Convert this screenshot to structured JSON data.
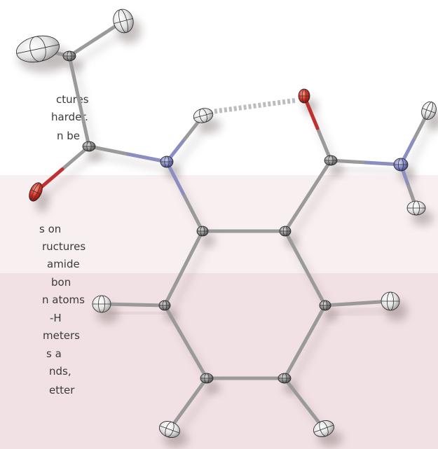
{
  "colors": {
    "band_top": "#ffffff",
    "band_light": "#f8eff1",
    "band_mid": "#f1e1e4",
    "band_dark": "#ecd6d9",
    "bond": "#9a9a9a",
    "bond_to_nitrogen": "#8a8ec0",
    "bond_to_oxygen": "#c03030",
    "hbond": "#bdbdbd",
    "carbon": "#8c8c8c",
    "hydrogen": "#e6e6e6",
    "nitrogen": "#7f84c4",
    "oxygen": "#d22a1e"
  },
  "text_fragments": [
    "ctures",
    "harder.",
    "n be",
    "s on",
    "ructures",
    "amide",
    "bon",
    "n atoms",
    "-H",
    "meters",
    "s a",
    "nds,",
    "etter"
  ],
  "molecule": {
    "atoms": [
      {
        "id": "h1",
        "el": "H"
      },
      {
        "id": "h2",
        "el": "H"
      },
      {
        "id": "c1",
        "el": "C"
      },
      {
        "id": "c2",
        "el": "C"
      },
      {
        "id": "o1",
        "el": "O"
      },
      {
        "id": "n1",
        "el": "N"
      },
      {
        "id": "h3",
        "el": "H"
      },
      {
        "id": "o2",
        "el": "O"
      },
      {
        "id": "c3",
        "el": "C"
      },
      {
        "id": "n2",
        "el": "N"
      },
      {
        "id": "h4",
        "el": "H"
      },
      {
        "id": "h5",
        "el": "H"
      },
      {
        "id": "c4",
        "el": "C"
      },
      {
        "id": "c5",
        "el": "C"
      },
      {
        "id": "c6",
        "el": "C"
      },
      {
        "id": "c7",
        "el": "C"
      },
      {
        "id": "c8",
        "el": "C"
      },
      {
        "id": "c9",
        "el": "C"
      },
      {
        "id": "h6",
        "el": "H"
      },
      {
        "id": "h7",
        "el": "H"
      },
      {
        "id": "h8",
        "el": "H"
      },
      {
        "id": "h9",
        "el": "H"
      }
    ],
    "bonds": [
      [
        "c1",
        "h1"
      ],
      [
        "c1",
        "h2"
      ],
      [
        "c1",
        "c2"
      ],
      [
        "c2",
        "o1"
      ],
      [
        "c2",
        "n1"
      ],
      [
        "n1",
        "h3"
      ],
      [
        "n1",
        "c4"
      ],
      [
        "c4",
        "c5"
      ],
      [
        "c5",
        "c3"
      ],
      [
        "c3",
        "o2"
      ],
      [
        "c3",
        "n2"
      ],
      [
        "n2",
        "h4"
      ],
      [
        "n2",
        "h5"
      ],
      [
        "c4",
        "c6"
      ],
      [
        "c5",
        "c7"
      ],
      [
        "c6",
        "c8"
      ],
      [
        "c7",
        "c9"
      ],
      [
        "c8",
        "c9"
      ],
      [
        "c6",
        "h6"
      ],
      [
        "c7",
        "h7"
      ],
      [
        "c8",
        "h8"
      ],
      [
        "c9",
        "h9"
      ]
    ],
    "hydrogen_bonds": [
      [
        "h3",
        "o2"
      ]
    ]
  }
}
